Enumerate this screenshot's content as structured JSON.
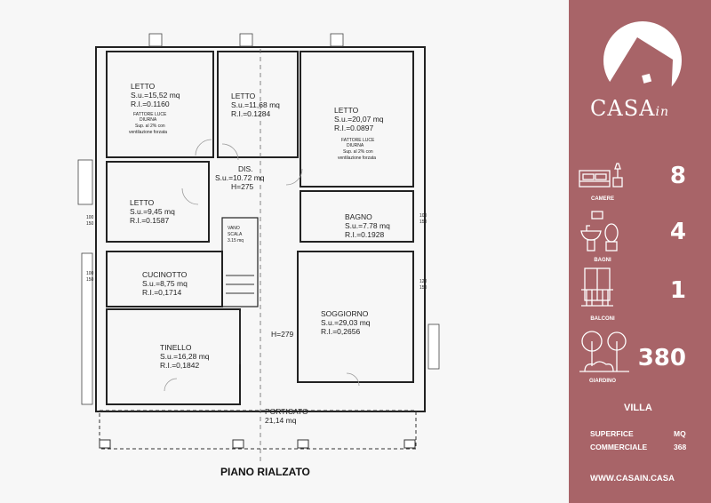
{
  "plan": {
    "title": "PIANO RIALZATO",
    "rooms": [
      {
        "name": "LETTO",
        "area": "S.u.=15,52  mq",
        "ri": "R.I.=0.1160",
        "note1": "FATTORE LUCE",
        "note2": "DIURNA",
        "note3": "Sup. al 2% con",
        "note4": "ventilazione forzata"
      },
      {
        "name": "LETTO",
        "area": "S.u.=11,68  mq",
        "ri": "R.I.=0.1284"
      },
      {
        "name": "LETTO",
        "area": "S.u.=20,07  mq",
        "ri": "R.I.=0.0897",
        "note1": "FATTORE LUCE",
        "note2": "DIURNA",
        "note3": "Sup. al 2% con",
        "note4": "ventilazione forzata"
      },
      {
        "name": "DIS.",
        "area": "S.u.=10.72  mq",
        "ri": "H=275"
      },
      {
        "name": "LETTO",
        "area": "S.u.=9,45  mq",
        "ri": "R.I.=0.1587"
      },
      {
        "name": "BAGNO",
        "area": "S.u.=7.78  mq",
        "ri": "R.I.=0.1928"
      },
      {
        "name": "CUCINOTTO",
        "area": "S.u.=8,75  mq",
        "ri": "R.I.=0,1714"
      },
      {
        "name": "TINELLO",
        "area": "S.u.=16,28  mq",
        "ri": "R.I.=0,1842"
      },
      {
        "name": "SOGGIORNO",
        "area": "S.u.=29,03  mq",
        "ri": "R.I.=0,2656"
      },
      {
        "name": "PORTICATO",
        "area": "21,14  mq"
      }
    ],
    "stair": {
      "l1": "VANO",
      "l2": "SCALA",
      "l3": "3.15 mq"
    },
    "height_label": "H=279",
    "windows": [
      {
        "top": "100",
        "bottom": "150"
      },
      {
        "top": "100",
        "bottom": "150"
      },
      {
        "top": "100",
        "bottom": "150"
      },
      {
        "top": "120",
        "bottom": "150"
      }
    ]
  },
  "sidebar": {
    "logo": "CASAin",
    "logo_main": "CASA",
    "logo_sub": "in",
    "stats": [
      {
        "label": "CAMERE",
        "value": "8",
        "icon": "bed-icon"
      },
      {
        "label": "BAGNI",
        "value": "4",
        "icon": "bathroom-icon"
      },
      {
        "label": "BALCONI",
        "value": "1",
        "icon": "balcony-icon"
      },
      {
        "label": "GIARDINO",
        "value": "380",
        "icon": "garden-icon"
      }
    ],
    "type": "VILLA",
    "surface_label1": "SUPERFICE",
    "surface_label2": "COMMERCIALE",
    "surface_unit": "MQ",
    "surface_value": "368",
    "website": "WWW.CASAIN.CASA",
    "bg_color": "#a86468"
  }
}
